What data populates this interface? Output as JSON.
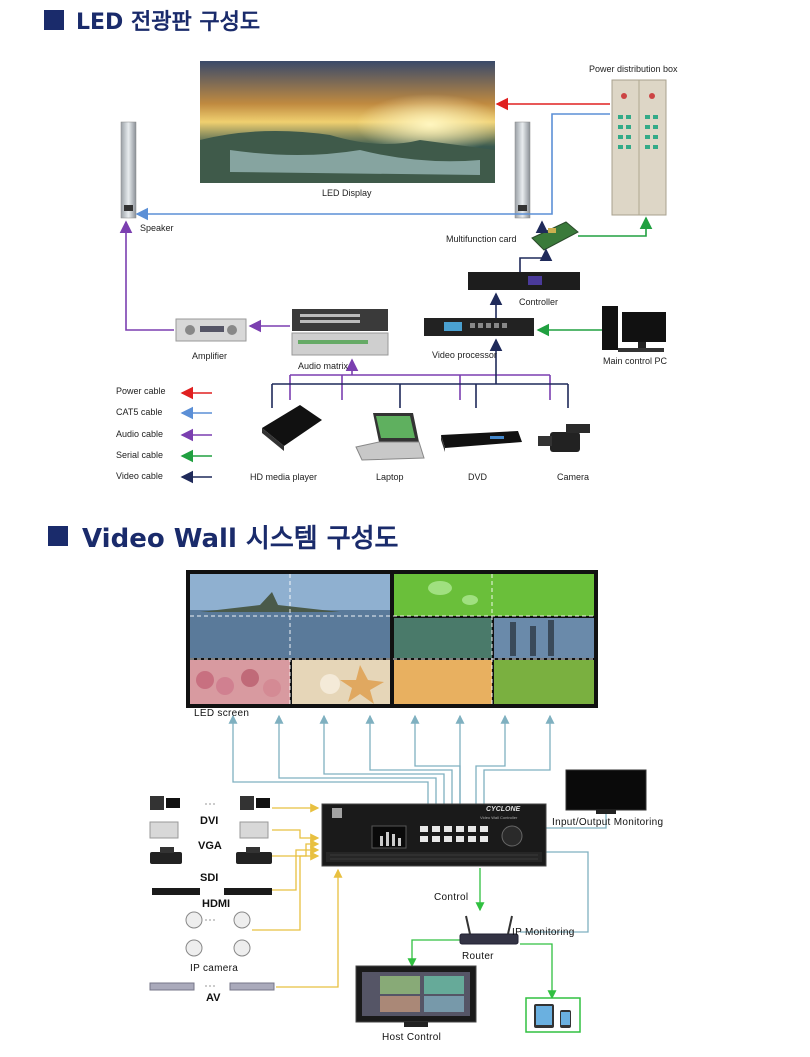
{
  "section1": {
    "title": "LED 전광판 구성도",
    "labels": {
      "power_box": "Power distribution box",
      "led_display": "LED Display",
      "speaker": "Speaker",
      "multifunction_card": "Multifunction card",
      "controller": "Controller",
      "amplifier": "Amplifier",
      "audio_matrix": "Audio  matrix",
      "video_processor": "Video processor",
      "main_pc": "Main control PC",
      "hd_media_player": "HD media player",
      "laptop": "Laptop",
      "dvd": "DVD",
      "camera": "Camera"
    },
    "legend": [
      {
        "label": "Power cable",
        "color": "#e02020"
      },
      {
        "label": "CAT5 cable",
        "color": "#5b8fd6"
      },
      {
        "label": "Audio cable",
        "color": "#7b3fb0"
      },
      {
        "label": "Serial cable",
        "color": "#20a040"
      },
      {
        "label": "Video cable",
        "color": "#1f2a5a"
      }
    ]
  },
  "section2": {
    "title": "Video Wall 시스템 구성도",
    "labels": {
      "led_screen": "LED screen",
      "input_output_monitoring": "Input/Output Monitoring",
      "dvi": "DVI",
      "vga": "VGA",
      "sdi": "SDI",
      "hdmi": "HDMI",
      "ip_camera": "IP camera",
      "av": "AV",
      "control": "Control",
      "ip_monitoring": "IP Monitoring",
      "router": "Router",
      "host_control": "Host Control",
      "brand": "CYCLONE",
      "brand_sub": "Video Wall Controller"
    }
  },
  "colors": {
    "heading": "#1a2b6b",
    "power": "#e02020",
    "cat5": "#5b8fd6",
    "audio": "#7b3fb0",
    "serial": "#20a040",
    "video": "#1f2a5a",
    "wall_line": "#7fb0c0",
    "yellow_line": "#e8c040",
    "green_line": "#30c040"
  }
}
